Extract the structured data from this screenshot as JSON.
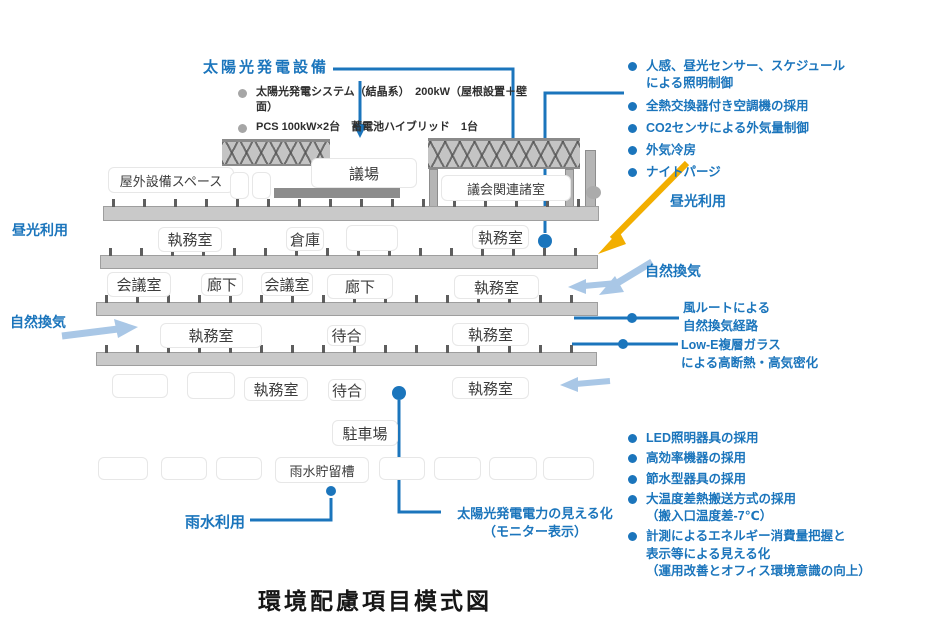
{
  "caption": "環境配慮項目模式図",
  "solar_block": {
    "title": "太陽光発電設備",
    "items": [
      "太陽光発電システム（結晶系）　200kW（屋根設置＋壁面）",
      "PCS 100kW×2台　蓄電池ハイブリッド　1台"
    ]
  },
  "top_right_list": [
    "人感、昼光センサー、スケジュール\nによる照明制御",
    "全熱交換器付き空調機の採用",
    "CO2センサによる外気量制御",
    "外気冷房",
    "ナイトパージ"
  ],
  "mid_right_list": [
    "風ルートによる\n自然換気経路",
    "Low-E複層ガラス\nによる高断熱・高気密化"
  ],
  "bottom_right_list": [
    "LED照明器具の採用",
    "高効率機器の採用",
    "節水型器具の採用",
    "大温度差熱搬送方式の採用\n（搬入口温度差-7℃）",
    "計測によるエネルギー消費量把握と\n表示等による見える化\n（運用改善とオフィス環境意識の向上）"
  ],
  "side_labels": {
    "daylight_left": "昼光利用",
    "natural_vent_left": "自然換気",
    "daylight_right": "昼光利用",
    "natural_vent_right": "自然換気",
    "rainwater": "雨水利用",
    "solar_monitor": "太陽光発電電力の見える化\n（モニター表示）"
  },
  "building": {
    "rooms": [
      {
        "label": "屋外設備スペース"
      },
      {
        "label": "議場"
      },
      {
        "label": "議会関連諸室"
      },
      {
        "label": "執務室"
      },
      {
        "label": "倉庫"
      },
      {
        "label": ""
      },
      {
        "label": "執務室"
      },
      {
        "label": "会議室"
      },
      {
        "label": "廊下"
      },
      {
        "label": "会議室"
      },
      {
        "label": "廊下"
      },
      {
        "label": "執務室"
      },
      {
        "label": "執務室"
      },
      {
        "label": "待合"
      },
      {
        "label": "執務室"
      },
      {
        "label": ""
      },
      {
        "label": ""
      },
      {
        "label": "執務室"
      },
      {
        "label": "待合"
      },
      {
        "label": "執務室"
      },
      {
        "label": "駐車場"
      },
      {
        "label": ""
      },
      {
        "label": ""
      },
      {
        "label": ""
      },
      {
        "label": "雨水貯留槽"
      },
      {
        "label": ""
      },
      {
        "label": ""
      },
      {
        "label": ""
      },
      {
        "label": ""
      },
      {
        "label": ""
      },
      {
        "label": ""
      }
    ]
  },
  "colors": {
    "accent_blue": "#1b75bc",
    "pale_blue": "#a9c7e6",
    "sun_yellow": "#f2ae00",
    "slab_gray": "#c9c9c9"
  }
}
